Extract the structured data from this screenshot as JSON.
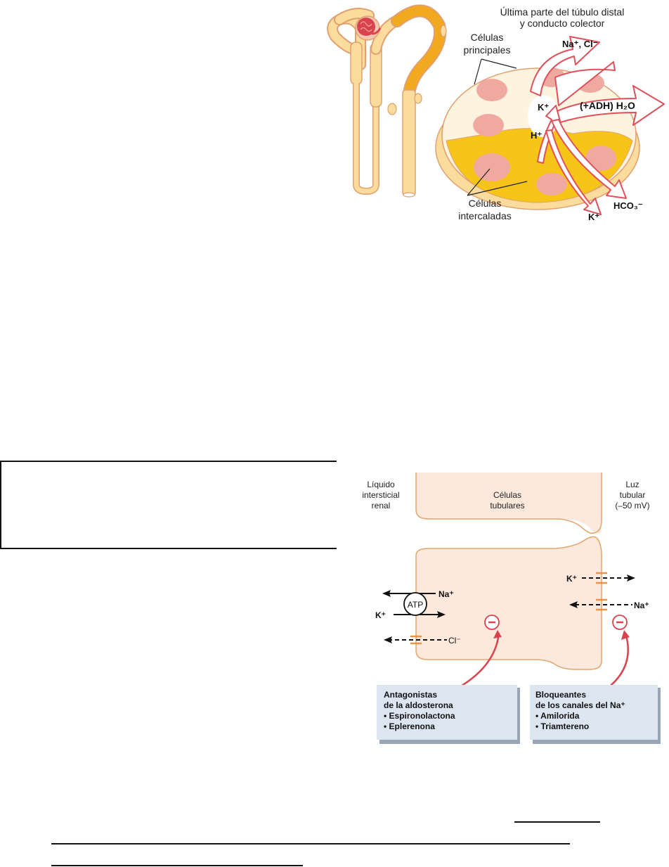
{
  "figure_top": {
    "title_line1": "Última parte del túbulo distal",
    "title_line2": "y conducto colector",
    "label_principal_1": "Células",
    "label_principal_2": "principales",
    "label_intercalated_1": "Células",
    "label_intercalated_2": "intercaladas",
    "ion_nacl": "Na⁺, Cl⁻",
    "ion_k_in": "K⁺",
    "ion_h2o": "(+ADH) H₂O",
    "ion_h": "H⁺",
    "ion_hco3": "HCO₃⁻",
    "ion_k_out": "K⁺",
    "colors": {
      "tubule": "#fbdc9c",
      "tubule_dark": "#f2a81f",
      "outline": "#e0a070",
      "glomerulus": "#d9434d",
      "nucleus": "#f0a9a0",
      "intercalated": "#f7c518",
      "arrow_outline": "#e0505a"
    }
  },
  "empty_text_box": {
    "content": ""
  },
  "figure_bottom": {
    "label_interstitial_1": "Líquido",
    "label_interstitial_2": "intersticial",
    "label_interstitial_3": "renal",
    "label_cells_1": "Células",
    "label_cells_2": "tubulares",
    "label_lumen_1": "Luz",
    "label_lumen_2": "tubular",
    "label_lumen_3": "(–50 mV)",
    "pump_label": "ATP",
    "ion_na_pump": "Na⁺",
    "ion_k_pump": "K⁺",
    "ion_cl": "Cl⁻",
    "ion_k_channel": "K⁺",
    "ion_na_channel": "Na⁺",
    "box_left": {
      "title_1": "Antagonistas",
      "title_2": "de la aldosterona",
      "items": [
        "• Espironolactona",
        "• Eplerenona"
      ]
    },
    "box_right": {
      "title_1": "Bloqueantes",
      "title_2": "de los canales del Na⁺",
      "items": [
        "• Amilorida",
        "• Triamtereno"
      ]
    },
    "colors": {
      "cell_fill": "#fde8dc",
      "cell_outline": "#e4a56a",
      "channel": "#e9934a",
      "inhibitor": "#d9434d",
      "box_fill": "#dbe6f1",
      "box_shadow": "#9aa6b6"
    }
  },
  "blank_lines": {
    "count": 3
  }
}
